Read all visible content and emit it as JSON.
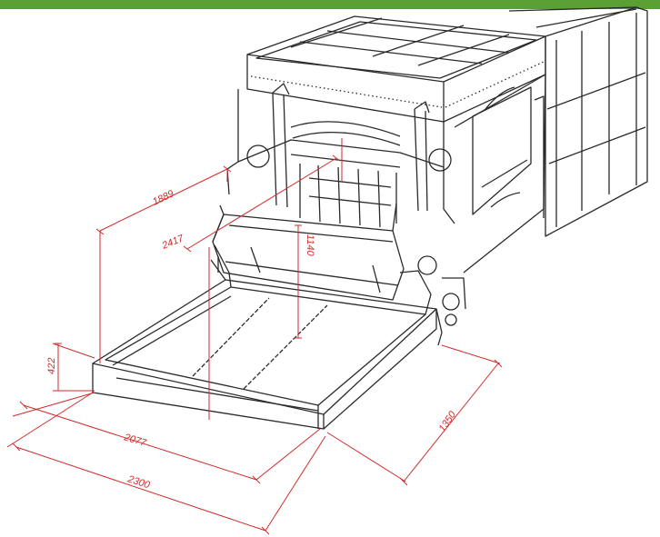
{
  "colors": {
    "banner": "#5aa032",
    "outline": "#2a2a2a",
    "dimension": "#d12a2a",
    "background": "#ffffff"
  },
  "dimensions": {
    "d1889": "1889",
    "d2417": "2417",
    "d1140": "1140",
    "d422": "422",
    "d2077": "2077",
    "d2300": "2300",
    "d1350": "1350"
  }
}
